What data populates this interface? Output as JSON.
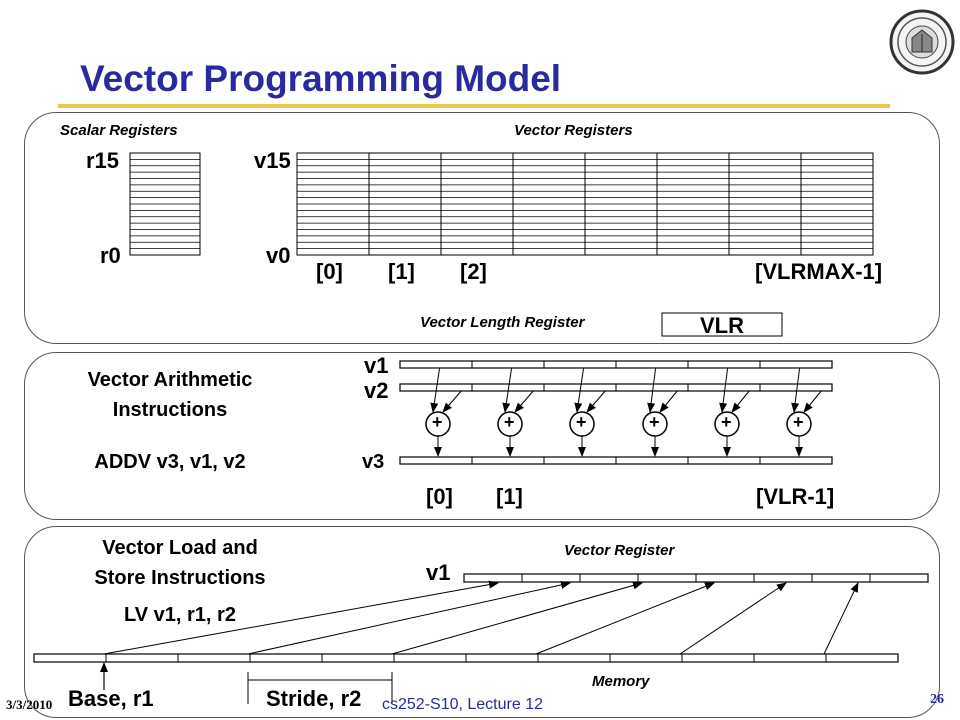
{
  "title": "Vector Programming Model",
  "registers": {
    "scalar_heading": "Scalar Registers",
    "vector_heading": "Vector Registers",
    "r15": "r15",
    "r0": "r0",
    "v15": "v15",
    "v0": "v0",
    "element_labels": [
      "[0]",
      "[1]",
      "[2]",
      "[VLRMAX-1]"
    ],
    "vlr_caption": "Vector Length Register",
    "vlr_box": "VLR"
  },
  "arithmetic": {
    "heading_line1": "Vector Arithmetic",
    "heading_line2": "Instructions",
    "instruction": "ADDV v3, v1, v2",
    "v1": "v1",
    "v2": "v2",
    "v3": "v3",
    "adder_symbol": "+",
    "element_labels": [
      "[0]",
      "[1]",
      "[VLR-1]"
    ]
  },
  "loadstore": {
    "heading_line1": "Vector Load and",
    "heading_line2": "Store Instructions",
    "instruction": "LV v1, r1, r2",
    "vector_register_label": "Vector Register",
    "v1": "v1",
    "memory_label": "Memory",
    "base_label": "Base, r1",
    "stride_label": "Stride, r2"
  },
  "footer": {
    "date": "3/3/2010",
    "course": "cs252-S10, Lecture 12",
    "page": "26"
  },
  "colors": {
    "title": "#2a2aa0",
    "title_rule": "#e8c74a",
    "panel_border": "#555555"
  }
}
